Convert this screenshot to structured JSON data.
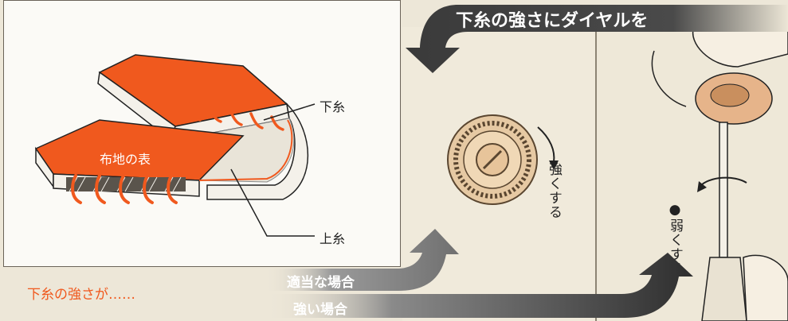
{
  "header": {
    "title": "下糸の強さにダイヤルを"
  },
  "diagram": {
    "label_fabric_face": "布地の表",
    "label_bobbin_thread": "下糸",
    "label_upper_thread": "上糸"
  },
  "dial_panel": {
    "label_tighten": "強くする"
  },
  "screwdriver_panel": {
    "label_loosen": "●弱くする"
  },
  "footer": {
    "caption": "下糸の強さが……",
    "arrow_top_label": "適当な場合",
    "arrow_bottom_label": "強い場合"
  },
  "colors": {
    "accent_orange": "#f0591e",
    "arrow_dark": "#3d3d3d",
    "panel_bg": "#f0eadb"
  }
}
